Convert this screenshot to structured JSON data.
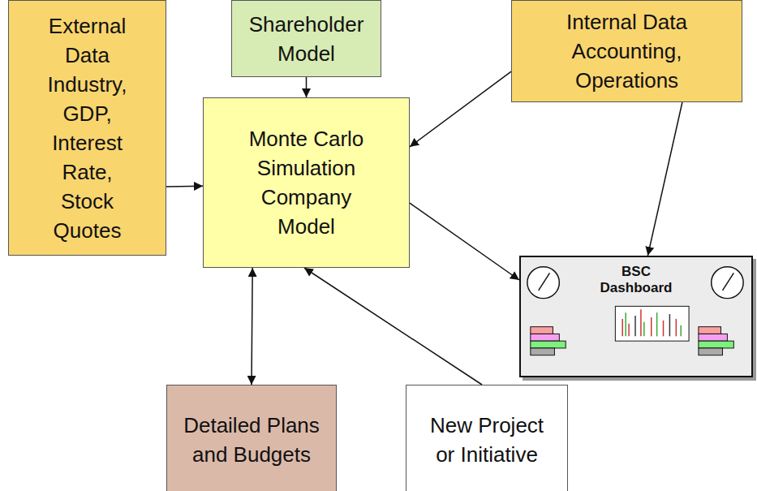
{
  "diagram": {
    "nodes": [
      {
        "text": [
          "External Data",
          "Industry, GDP, Interest Rate, Stock Quotes"
        ]
      },
      {
        "text": [
          "Shareholder Model"
        ]
      },
      {
        "text": [
          "Internal Data",
          "Accounting, Operations"
        ]
      },
      {
        "text": [
          "Monte Carlo Simulation Company Model"
        ]
      },
      {
        "text": [
          "BSC Dashboard"
        ]
      },
      {
        "text": [
          "Detailed Plans and Budgets"
        ]
      },
      {
        "text": [
          "New Project or Initiative"
        ]
      }
    ],
    "edges": [
      {
        "from": 0,
        "to": 3,
        "arrow": "to"
      },
      {
        "from": 1,
        "to": 3,
        "arrow": "to"
      },
      {
        "from": 2,
        "to": 3,
        "arrow": "to"
      },
      {
        "from": 2,
        "to": 4,
        "arrow": "to"
      },
      {
        "from": 3,
        "to": 4,
        "arrow": "to"
      },
      {
        "from": 5,
        "to": 3,
        "arrow": "both"
      },
      {
        "from": 6,
        "to": 3,
        "arrow": "to"
      }
    ]
  }
}
